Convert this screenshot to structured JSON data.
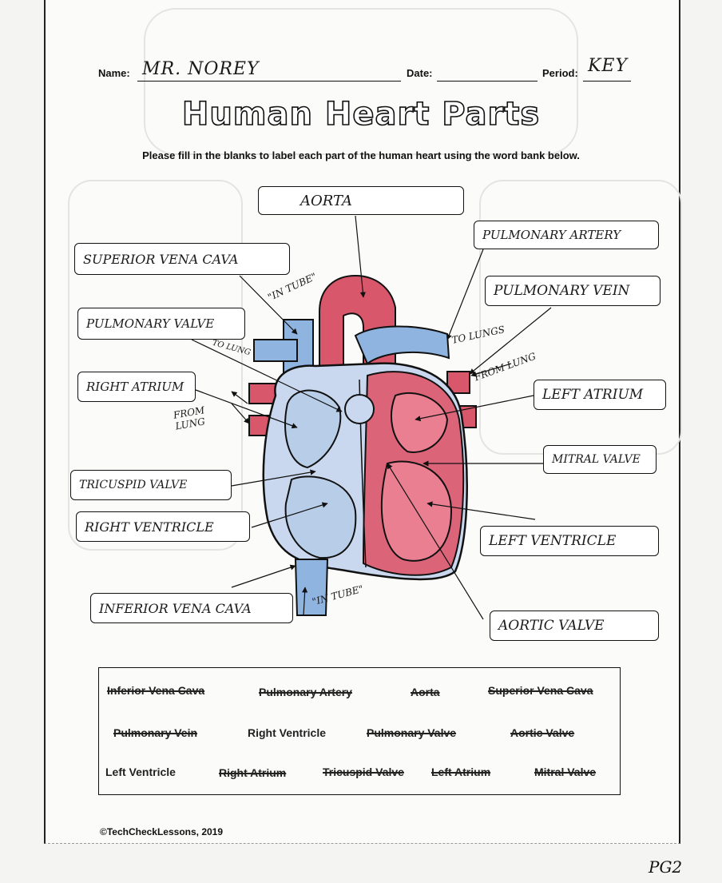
{
  "header": {
    "name_label": "Name:",
    "name_value": "MR. NOREY",
    "date_label": "Date:",
    "period_label": "Period:",
    "period_value": "KEY"
  },
  "title": "Human Heart Parts",
  "instructions": "Please fill in the blanks to label each part of the human heart using the word bank below.",
  "labels": {
    "aorta": "AORTA",
    "pulmonary_artery": "PULMONARY ARTERY",
    "superior_vena_cava": "SUPERIOR VENA CAVA",
    "pulmonary_vein": "PULMONARY VEIN",
    "pulmonary_valve": "PULMONARY VALVE",
    "right_atrium": "RIGHT ATRIUM",
    "left_atrium": "LEFT ATRIUM",
    "mitral_valve": "MITRAL VALVE",
    "tricuspid_valve": "TRICUSPID VALVE",
    "right_ventricle": "RIGHT VENTRICLE",
    "left_ventricle": "LEFT VENTRICLE",
    "inferior_vena_cava": "INFERIOR VENA CAVA",
    "aortic_valve": "AORTIC VALVE"
  },
  "annotations": {
    "in_tube_top": "\"IN TUBE\"",
    "to_lung_left": "TO LUNG",
    "to_lungs_right": "TO LUNGS",
    "from_lung_right": "FROM LUNG",
    "from_lung_left": "FROM LUNG",
    "in_tube_bottom": "\"IN TUBE\""
  },
  "word_bank": {
    "row1": [
      "Inferior Vena Cava",
      "Pulmonary Artery",
      "Aorta",
      "Superior Vena Cava"
    ],
    "row2": [
      "Pulmonary Vein",
      "Right Ventricle",
      "Pulmonary Valve",
      "Aortic Valve"
    ],
    "row3": [
      "Left Ventricle",
      "Right Atrium",
      "Tricuspid Valve",
      "Left Atrium",
      "Mitral Valve"
    ]
  },
  "copyright": "©TechCheckLessons, 2019",
  "page_mark": "PG2",
  "colors": {
    "red": "#d9576b",
    "blue": "#8fb4e0",
    "ink": "#111111"
  }
}
